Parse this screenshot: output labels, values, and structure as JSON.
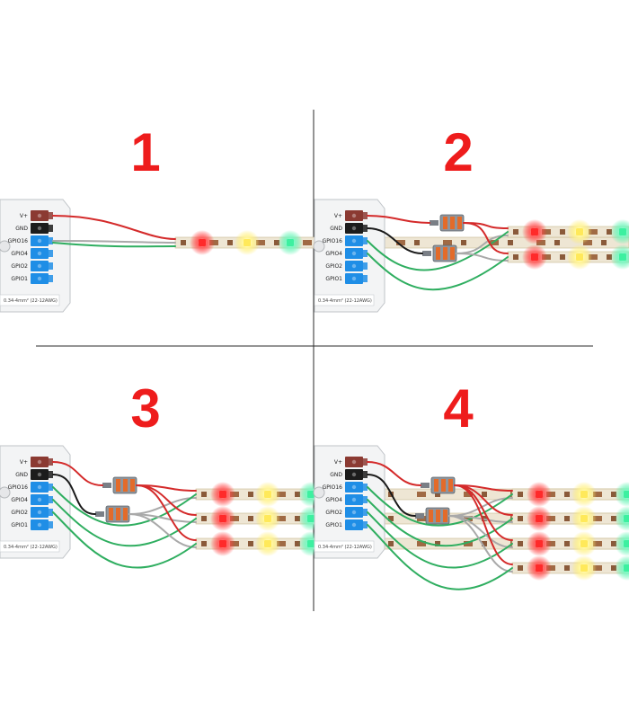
{
  "panels": [
    {
      "number": "1",
      "strips": 1,
      "connectors": 0
    },
    {
      "number": "2",
      "strips": 2,
      "connectors": 2
    },
    {
      "number": "3",
      "strips": 3,
      "connectors": 2
    },
    {
      "number": "4",
      "strips": 4,
      "connectors": 2
    }
  ],
  "controller": {
    "terminals": [
      "V+",
      "GND",
      "GPIO16",
      "GPIO4",
      "GPIO2",
      "GPIO1"
    ],
    "wire_note": "0.34-4mm² (22-12AWG)"
  },
  "colors": {
    "number": "#ee1c1c",
    "terminal_power": "#8b3a32",
    "terminal_gnd": "#1c1c1c",
    "terminal_gpio": "#1f8ee6",
    "wire_red": "#d42a2a",
    "wire_gray": "#a9a9a9",
    "wire_black": "#1a1a1a",
    "wire_green": "#2fae60",
    "led_red": "#ff2a2a",
    "led_yellow": "#ffe95a",
    "led_green": "#3df0a0",
    "divider": "#2a2a2a"
  }
}
